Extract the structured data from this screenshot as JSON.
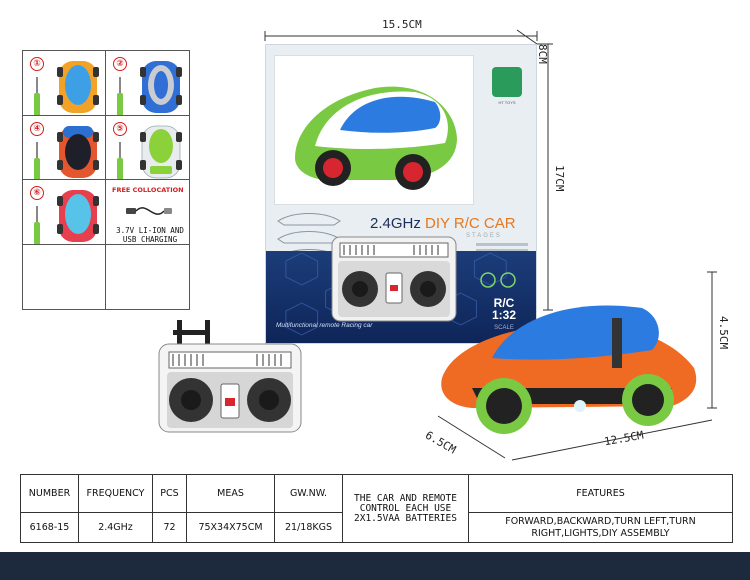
{
  "variants": [
    {
      "number": "①",
      "body_color": "#f2a227",
      "canopy_color": "#3da0e6"
    },
    {
      "number": "②",
      "body_color": "#2f6fd6",
      "canopy_color": "#c9ccd1"
    },
    {
      "number": "④",
      "body_color": "#e4572e",
      "canopy_color": "#1f1f2a"
    },
    {
      "number": "⑤",
      "body_color": "#e8ecef",
      "canopy_color": "#8bd13a"
    },
    {
      "number": "⑥",
      "body_color": "#e83f4e",
      "canopy_color": "#58c3e8"
    }
  ],
  "collocation": {
    "title": "FREE COLLOCATION",
    "text": "3.7V LI-ION AND USB CHARGING CABLE"
  },
  "dimensions": {
    "box_width": "15.5CM",
    "box_depth": "8CM",
    "box_height": "17CM",
    "car_height": "4.5CM",
    "car_width": "6.5CM",
    "car_length": "12.5CM"
  },
  "package": {
    "brand_text": "HT TOYS",
    "title_main": "2.4GHz",
    "title_accent": "DIY R/C CAR",
    "subtitle": "STAGES",
    "tagline": "Multifunctional remote Racing car",
    "scale_label": "R/C 1:32",
    "scale_sub": "SCALE"
  },
  "colors": {
    "car_orange": "#ef6a23",
    "car_green": "#7ac943",
    "canopy_blue": "#2c7be0",
    "box_blue": "#1c3d7a",
    "footer": "#1d2a3d"
  },
  "spec_table": {
    "headers": {
      "number": "NUMBER",
      "frequency": "FREQUENCY",
      "pcs": "PCS",
      "meas": "MEAS",
      "gw_nw": "GW.NW.",
      "battery": "THE CAR AND REMOTE CONTROL EACH USE 2X1.5VAA BATTERIES",
      "features": "FEATURES"
    },
    "values": {
      "number": "6168-15",
      "frequency": "2.4GHz",
      "pcs": "72",
      "meas": "75X34X75CM",
      "gw_nw": "21/18KGS",
      "features": "FORWARD,BACKWARD,TURN LEFT,TURN RIGHT,LIGHTS,DIY ASSEMBLY"
    }
  }
}
